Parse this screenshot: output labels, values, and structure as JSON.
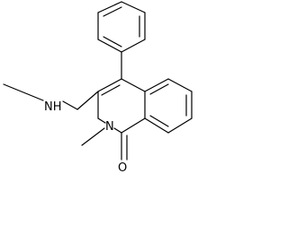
{
  "structure": {
    "atoms": {
      "amine_nitrogen": "NH",
      "ring_nitrogen": "N",
      "carbonyl_oxygen": "O"
    }
  },
  "colors": {
    "bond": "#000000",
    "label": "#000000",
    "background": "#ffffff"
  }
}
